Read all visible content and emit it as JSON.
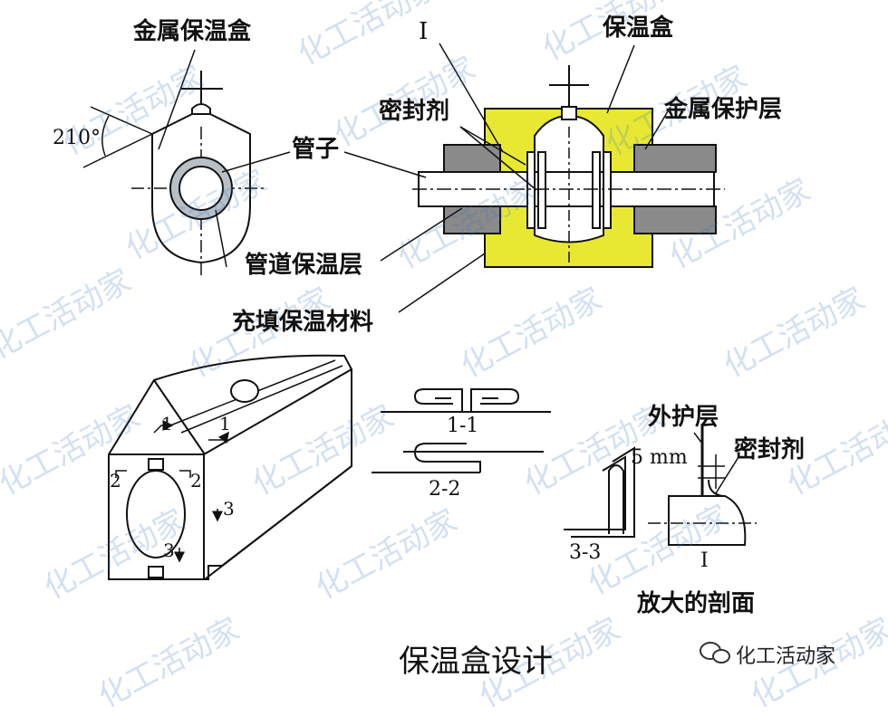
{
  "labels": {
    "metal_box": "金属保温盒",
    "angle": "210°",
    "pipe": "管子",
    "pipe_insulation": "管道保温层",
    "fill_material": "充填保温材料",
    "roman_one": "I",
    "box": "保温盒",
    "sealant": "密封剂",
    "metal_protective": "金属保护层",
    "sec_11": "1-1",
    "sec_22": "2-2",
    "sec_33": "3-3",
    "outer_layer": "外护层",
    "sealant2": "密封剂",
    "mm5": "5 mm",
    "roman_one_b": "I",
    "enlarged": "放大的剖面",
    "title": "保温盒设计",
    "c1a": "1",
    "c1b": "1",
    "c2a": "2",
    "c2b": "2",
    "c3a": "3",
    "c3b": "3"
  },
  "watermark": {
    "text": "化工活动家"
  },
  "brand": {
    "text": "化工活动家",
    "icon": "wechat-icon"
  },
  "colors": {
    "box_yellow": "#e8e832",
    "pipe_gray": "#8a8a8a",
    "insul_gray": "#b8c0c6",
    "watermark_blue": "#3a78c8"
  }
}
